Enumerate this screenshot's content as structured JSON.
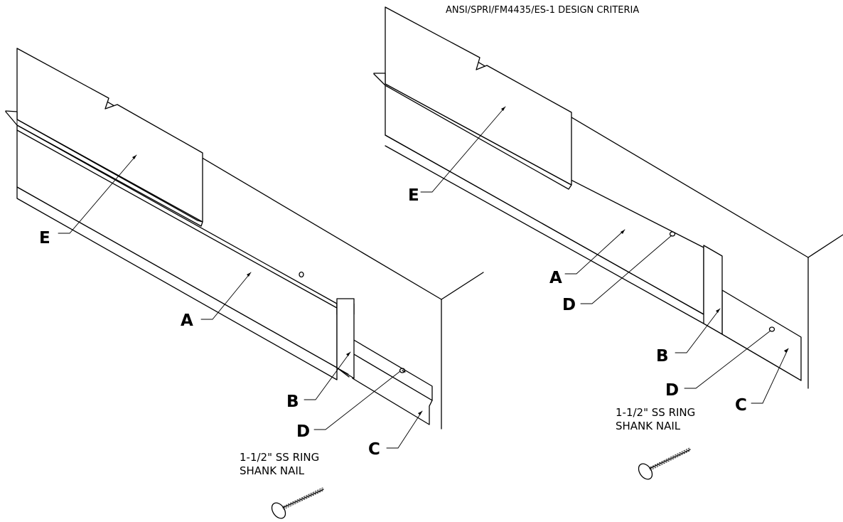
{
  "header": "ANSI/SPRI/FM4435/ES-1 DESIGN CRITERIA",
  "left_detail": {
    "labels": {
      "e": "E",
      "a": "A",
      "b": "B",
      "d": "D",
      "c": "C"
    },
    "nail_note": [
      "1-1/2\" SS RING",
      "SHANK NAIL"
    ]
  },
  "right_detail": {
    "labels": {
      "e": "E",
      "a": "A",
      "d_upper": "D",
      "b": "B",
      "d_lower": "D",
      "c": "C"
    },
    "nail_note": [
      "1-1/2\" SS RING",
      "SHANK NAIL"
    ]
  }
}
